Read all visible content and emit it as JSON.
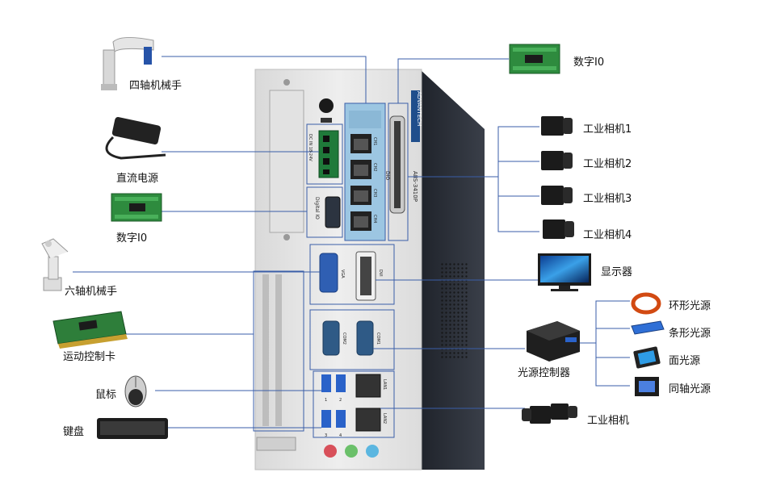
{
  "left_devices": {
    "scara_robot": "四轴机械手",
    "dc_power": "直流电源",
    "digital_io": "数字I0",
    "six_axis_robot": "六轴机械手",
    "motion_card": "运动控制卡",
    "mouse": "鼠标",
    "keyboard": "键盘"
  },
  "right_devices": {
    "digital_io": "数字I0",
    "camera_1": "工业相机1",
    "camera_2": "工业相机2",
    "camera_3": "工业相机3",
    "camera_4": "工业相机4",
    "display": "显示器",
    "light_ring": "环形光源",
    "light_bar": "条形光源",
    "light_panel": "面光源",
    "light_coaxial": "同轴光源",
    "light_controller": "光源控制器",
    "camera_single": "工业相机"
  },
  "chassis": {
    "brand": "ADVANTECH",
    "model": "AIIS-3410P",
    "power_label": "DC IN 18-24V",
    "digital_io_label": "Digital IO",
    "dio_label": "DIO",
    "ch_labels": [
      "CH1",
      "CH2",
      "CH3",
      "CH4"
    ],
    "vga_label": "VGA",
    "dvi_label": "DVI",
    "com_labels": [
      "COM2",
      "COM1"
    ],
    "lan_labels": [
      "LAN1",
      "LAN2"
    ],
    "usb_numbers": [
      "1",
      "2",
      "3",
      "4"
    ]
  },
  "colors": {
    "line": "#3a5ea8",
    "chassis": "#e6e6e6",
    "poe_panel": "#9cc6e2",
    "side": "#2b2f38",
    "pcb": "#2e8b3e"
  }
}
